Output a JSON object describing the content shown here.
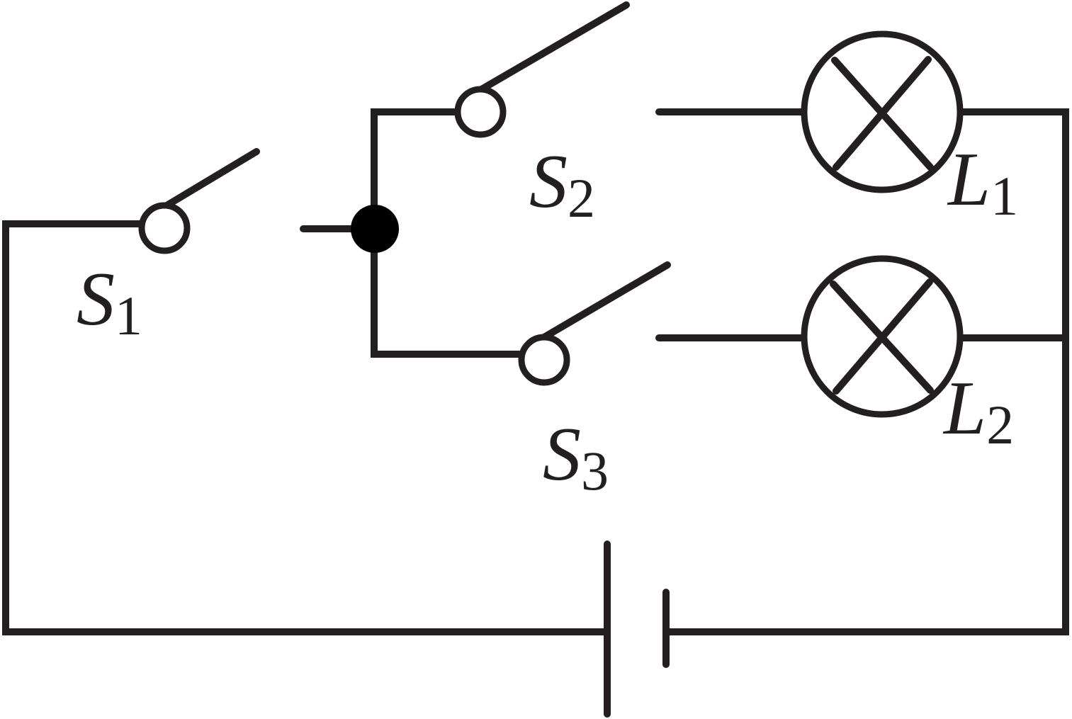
{
  "diagram": {
    "type": "circuit",
    "colors": {
      "stroke": "#231f20",
      "junction": "#000000",
      "background": "#ffffff"
    },
    "components": [
      {
        "id": "S1",
        "kind": "switch",
        "label": {
          "main": "S",
          "sub": "1"
        },
        "state": "open"
      },
      {
        "id": "S2",
        "kind": "switch",
        "label": {
          "main": "S",
          "sub": "2"
        },
        "state": "open"
      },
      {
        "id": "S3",
        "kind": "switch",
        "label": {
          "main": "S",
          "sub": "3"
        },
        "state": "open"
      },
      {
        "id": "L1",
        "kind": "lamp",
        "label": {
          "main": "L",
          "sub": "1"
        }
      },
      {
        "id": "L2",
        "kind": "lamp",
        "label": {
          "main": "L",
          "sub": "2"
        }
      },
      {
        "id": "battery",
        "kind": "cell"
      }
    ]
  }
}
